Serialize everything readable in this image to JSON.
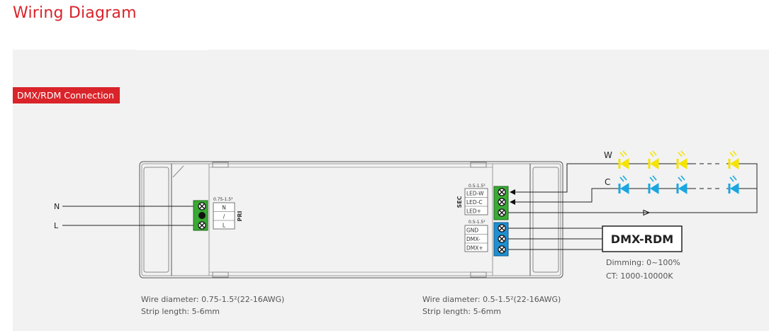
{
  "page": {
    "title": "Wiring Diagram"
  },
  "section": {
    "label": "DMX/RDM Connection"
  },
  "mains": {
    "n_label": "N",
    "l_label": "L"
  },
  "primary": {
    "gauge": "0.75-1.5²",
    "terminals": [
      "N",
      "/",
      "L"
    ],
    "side_label": "PRI"
  },
  "secondary": {
    "gauge": "0.5-1.5²",
    "terminals": [
      "LED-W",
      "LED-C",
      "LED+"
    ],
    "side_label": "SEC"
  },
  "dmx_terminal": {
    "gauge": "0.5-1.5²",
    "terminals": [
      "GND",
      "DMX-",
      "DMX+"
    ]
  },
  "led_strings": {
    "w_label": "W",
    "c_label": "C"
  },
  "controller": {
    "label": "DMX-RDM",
    "dimming": "Dimming: 0~100%",
    "ct": "CT: 1000-10000K"
  },
  "notes": {
    "left": {
      "line1": "Wire diameter: 0.75-1.5²(22-16AWG)",
      "line2": "Strip length: 5-6mm"
    },
    "right": {
      "line1": "Wire diameter: 0.5-1.5²(22-16AWG)",
      "line2": "Strip length: 5-6mm"
    }
  },
  "colors": {
    "brand_red": "#d9242a",
    "panel_bg": "#f2f2f2",
    "terminal_green": "#3aaa35",
    "terminal_blue": "#1e8fd1",
    "led_yellow": "#f5e400",
    "led_cyan": "#1aa6e0"
  }
}
